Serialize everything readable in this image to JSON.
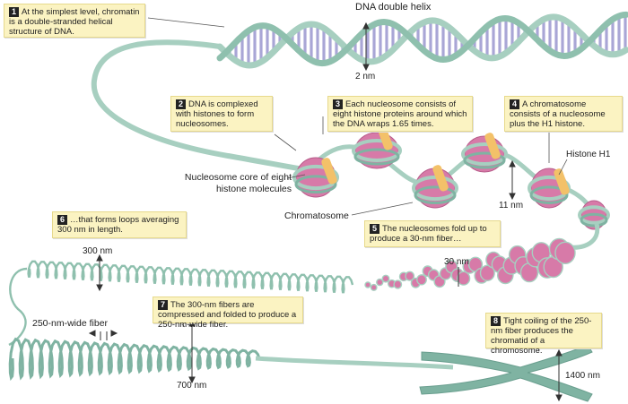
{
  "steps": [
    {
      "num": "1",
      "text": "At the simplest level, chromatin is a double-stranded helical structure of DNA."
    },
    {
      "num": "2",
      "text": "DNA is complexed with histones to form nucleosomes."
    },
    {
      "num": "3",
      "text": "Each nucleosome consists of eight histone proteins around which the DNA wraps 1.65 times."
    },
    {
      "num": "4",
      "text": "A chromatosome consists of a nucleosome plus the H1 histone."
    },
    {
      "num": "5",
      "text": "The nucleosomes fold up to produce a 30-nm fiber…"
    },
    {
      "num": "6",
      "text": "…that forms loops averaging 300 nm in length."
    },
    {
      "num": "7",
      "text": "The 300-nm fibers are compressed and folded to produce a 250-nm-wide fiber."
    },
    {
      "num": "8",
      "text": "Tight coiling of the 250-nm fiber produces the chromatid of a chromosome."
    }
  ],
  "labels": {
    "dna_double_helix": "DNA double helix",
    "dim_2nm": "2 nm",
    "histone_h1": "Histone H1",
    "nucleosome_core": "Nucleosome core of eight histone molecules",
    "chromatosome": "Chromatosome",
    "dim_11nm": "11 nm",
    "dim_300nm": "300 nm",
    "dim_30nm": "30 nm",
    "fiber_250nm": "250-nm-wide fiber",
    "dim_700nm": "700 nm",
    "dim_1400nm": "1400 nm"
  },
  "colors": {
    "strand": "#a7cfc0",
    "strand_dark": "#7fb3a2",
    "base_pair": "#a9a6d6",
    "histone": "#d77aa8",
    "h1": "#f3c169",
    "callout_bg": "#fbf3c2"
  }
}
